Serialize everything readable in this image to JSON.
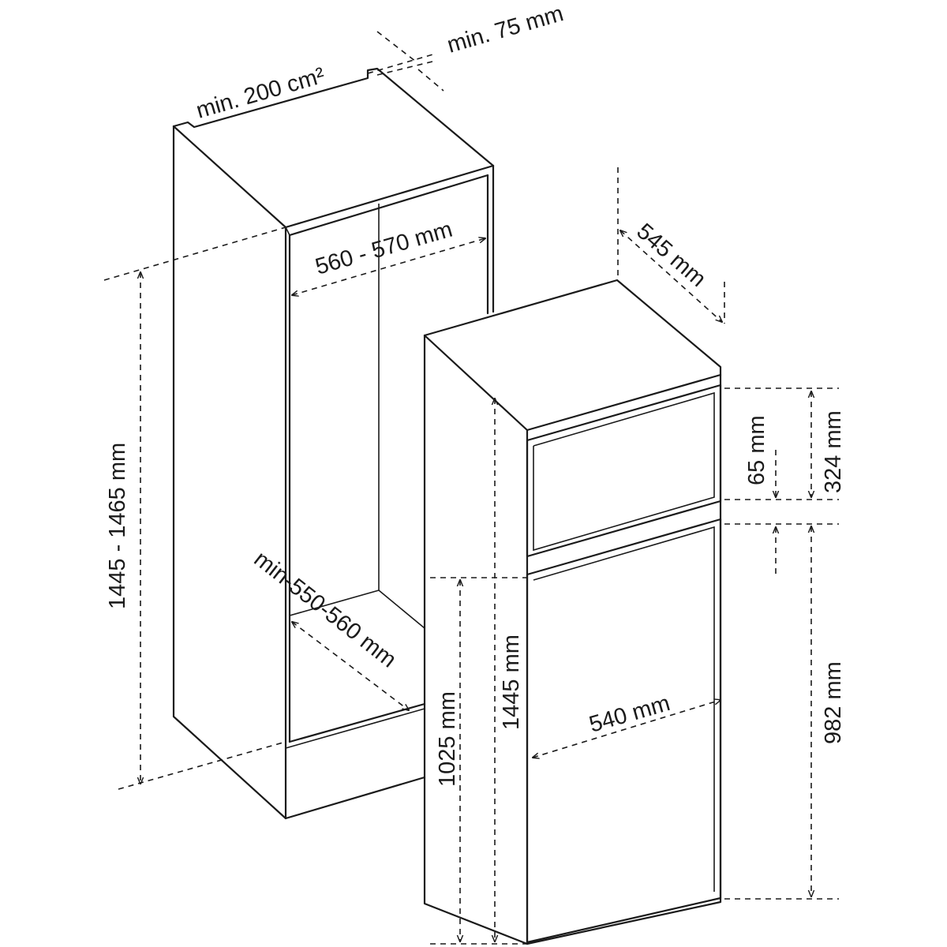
{
  "labels": {
    "vent_area": "min. 200 cm²",
    "vent_gap": "min. 75 mm",
    "niche_width": "560 - 570 mm",
    "niche_height": "1445 - 1465 mm",
    "niche_depth": "min-550-560 mm",
    "appliance_depth": "545 mm",
    "top_gap": "65 mm",
    "upper_door_height": "324 mm",
    "lower_door_height": "982 mm",
    "appliance_width": "540 mm",
    "lower_section_height": "1025 mm",
    "appliance_height": "1445 mm"
  }
}
